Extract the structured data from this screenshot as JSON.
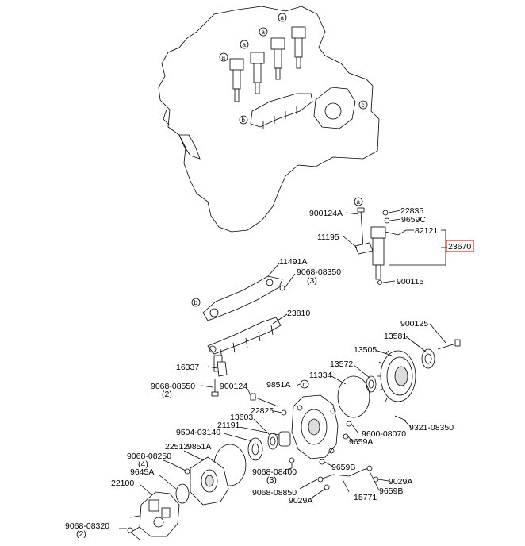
{
  "parts": [
    {
      "id": "p-22835",
      "label": "22835"
    },
    {
      "id": "p-900124a",
      "label": "900124A"
    },
    {
      "id": "p-9659c",
      "label": "9659C"
    },
    {
      "id": "p-82121",
      "label": "82121"
    },
    {
      "id": "p-11195",
      "label": "11195"
    },
    {
      "id": "p-23670",
      "label": "23670",
      "highlighted": true
    },
    {
      "id": "p-900115",
      "label": "900115"
    },
    {
      "id": "p-11491a",
      "label": "11491A"
    },
    {
      "id": "p-9068-08350-a",
      "label": "9068-08350"
    },
    {
      "id": "p-9068-08350-a-qty",
      "label": "(3)"
    },
    {
      "id": "p-23810",
      "label": "23810"
    },
    {
      "id": "p-900125",
      "label": "900125"
    },
    {
      "id": "p-13581",
      "label": "13581"
    },
    {
      "id": "p-13505",
      "label": "13505"
    },
    {
      "id": "p-16337",
      "label": "16337"
    },
    {
      "id": "p-13572",
      "label": "13572"
    },
    {
      "id": "p-9068-08550",
      "label": "9068-08550"
    },
    {
      "id": "p-9068-08550-qty",
      "label": "(2)"
    },
    {
      "id": "p-900124",
      "label": "900124"
    },
    {
      "id": "p-11334",
      "label": "11334"
    },
    {
      "id": "p-9851a-top",
      "label": "9851A"
    },
    {
      "id": "p-22825",
      "label": "22825"
    },
    {
      "id": "p-13603",
      "label": "13603"
    },
    {
      "id": "p-21191",
      "label": "21191"
    },
    {
      "id": "p-9504-03140",
      "label": "9504-03140"
    },
    {
      "id": "p-9321-08350",
      "label": "9321-08350"
    },
    {
      "id": "p-9600-08070",
      "label": "9600-08070"
    },
    {
      "id": "p-9851a-left",
      "label": "9851A"
    },
    {
      "id": "p-9659a",
      "label": "9659A"
    },
    {
      "id": "p-22512",
      "label": "22512"
    },
    {
      "id": "p-9068-08250",
      "label": "9068-08250"
    },
    {
      "id": "p-9068-08250-qty",
      "label": "(4)"
    },
    {
      "id": "p-9645a",
      "label": "9645A"
    },
    {
      "id": "p-9659b-a",
      "label": "9659B"
    },
    {
      "id": "p-9068-08400",
      "label": "9068-08400"
    },
    {
      "id": "p-9068-08400-qty",
      "label": "(3)"
    },
    {
      "id": "p-22100",
      "label": "22100"
    },
    {
      "id": "p-9029a-right",
      "label": "9029A"
    },
    {
      "id": "p-9068-08850",
      "label": "9068-08850"
    },
    {
      "id": "p-9659b-b",
      "label": "9659B"
    },
    {
      "id": "p-9029a-bottom",
      "label": "9029A"
    },
    {
      "id": "p-15771",
      "label": "15771"
    },
    {
      "id": "p-9068-08320",
      "label": "9068-08320"
    },
    {
      "id": "p-9068-08320-qty",
      "label": "(2)"
    }
  ],
  "callouts": {
    "a": "a",
    "b": "b",
    "c": "c"
  }
}
